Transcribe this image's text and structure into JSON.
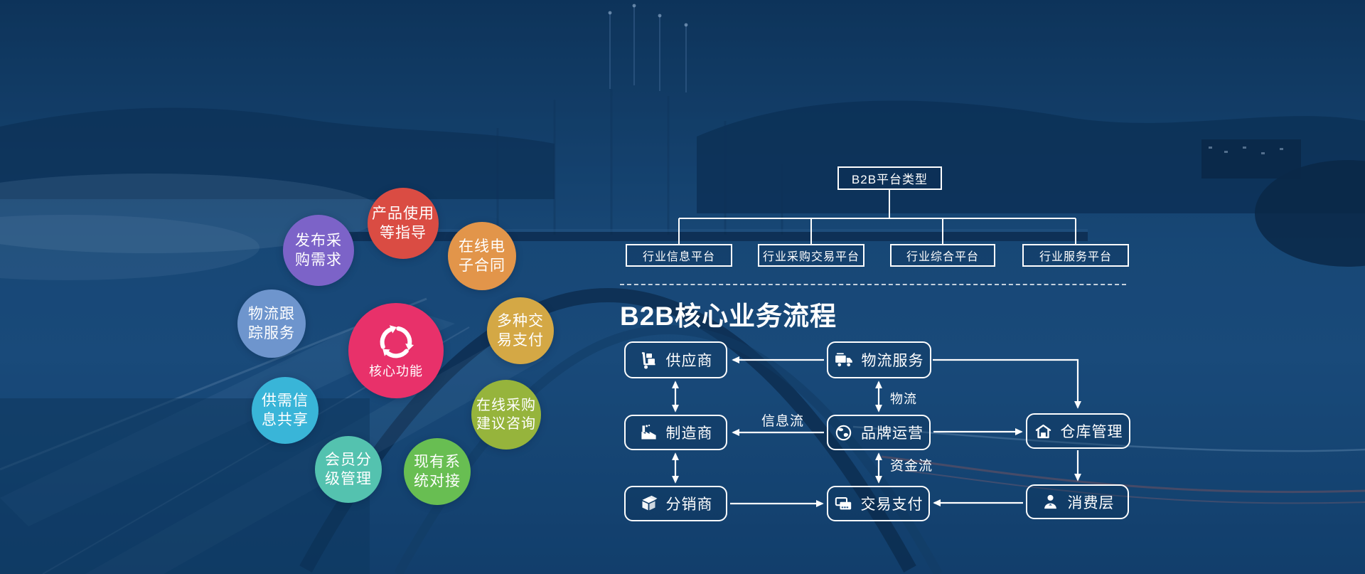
{
  "core_functions": {
    "center": {
      "label": "核心功能",
      "icon": "recycle-icon",
      "color": "#e8316a"
    },
    "items": [
      {
        "name": "发布采购需求",
        "lines": [
          "发布采",
          "购需求"
        ],
        "color": "#7c63c8"
      },
      {
        "name": "产品使用等指导",
        "lines": [
          "产品使用",
          "等指导"
        ],
        "color": "#da4c43"
      },
      {
        "name": "在线电子合同",
        "lines": [
          "在线电",
          "子合同"
        ],
        "color": "#e2954a"
      },
      {
        "name": "物流跟踪服务",
        "lines": [
          "物流跟",
          "踪服务"
        ],
        "color": "#6e95cd"
      },
      {
        "name": "多种交易支付",
        "lines": [
          "多种交",
          "易支付"
        ],
        "color": "#d4a845"
      },
      {
        "name": "供需信息共享",
        "lines": [
          "供需信",
          "息共享"
        ],
        "color": "#39b5d8"
      },
      {
        "name": "在线采购建议咨询",
        "lines": [
          "在线采购",
          "建议咨询"
        ],
        "color": "#96b43c"
      },
      {
        "name": "会员分级管理",
        "lines": [
          "会员分",
          "级管理"
        ],
        "color": "#54c2af"
      },
      {
        "name": "现有系统对接",
        "lines": [
          "现有系",
          "统对接"
        ],
        "color": "#68be52"
      }
    ]
  },
  "platform_types": {
    "root": "B2B平台类型",
    "children": [
      "行业信息平台",
      "行业采购交易平台",
      "行业综合平台",
      "行业服务平台"
    ]
  },
  "process_flow": {
    "title": "B2B核心业务流程",
    "nodes": [
      {
        "label": "供应商",
        "icon": "handtruck-icon"
      },
      {
        "label": "物流服务",
        "icon": "truck-icon"
      },
      {
        "label": "制造商",
        "icon": "factory-icon"
      },
      {
        "label": "品牌运营",
        "icon": "globe-icon"
      },
      {
        "label": "仓库管理",
        "icon": "warehouse-icon"
      },
      {
        "label": "分销商",
        "icon": "openbox-icon"
      },
      {
        "label": "交易支付",
        "icon": "card-icon"
      },
      {
        "label": "消费层",
        "icon": "person-icon"
      }
    ],
    "edge_labels": {
      "logistics": "物流",
      "information": "信息流",
      "capital": "资金流"
    }
  },
  "colors": {
    "line": "#ffffff",
    "box_fill": "rgba(10,40,75,0.22)"
  }
}
